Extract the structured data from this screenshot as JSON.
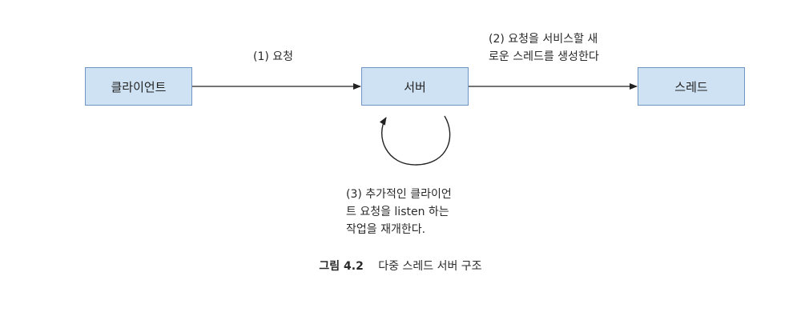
{
  "nodes": {
    "client": "클라이언트",
    "server": "서버",
    "thread": "스레드"
  },
  "edges": {
    "request": "(1) 요청",
    "spawn_line1": "(2) 요청을 서비스할 새",
    "spawn_line2": "로운 스레드를 생성한다",
    "resume_line1": "(3) 추가적인 클라이언",
    "resume_line2": "트 요청을 listen 하는",
    "resume_line3": "작업을 재개한다."
  },
  "caption": {
    "figure_label": "그림 4.2",
    "title": "다중 스레드 서버 구조"
  },
  "colors": {
    "node_fill": "#cfe2f4",
    "node_border": "#6f95c5",
    "line": "#222222"
  }
}
